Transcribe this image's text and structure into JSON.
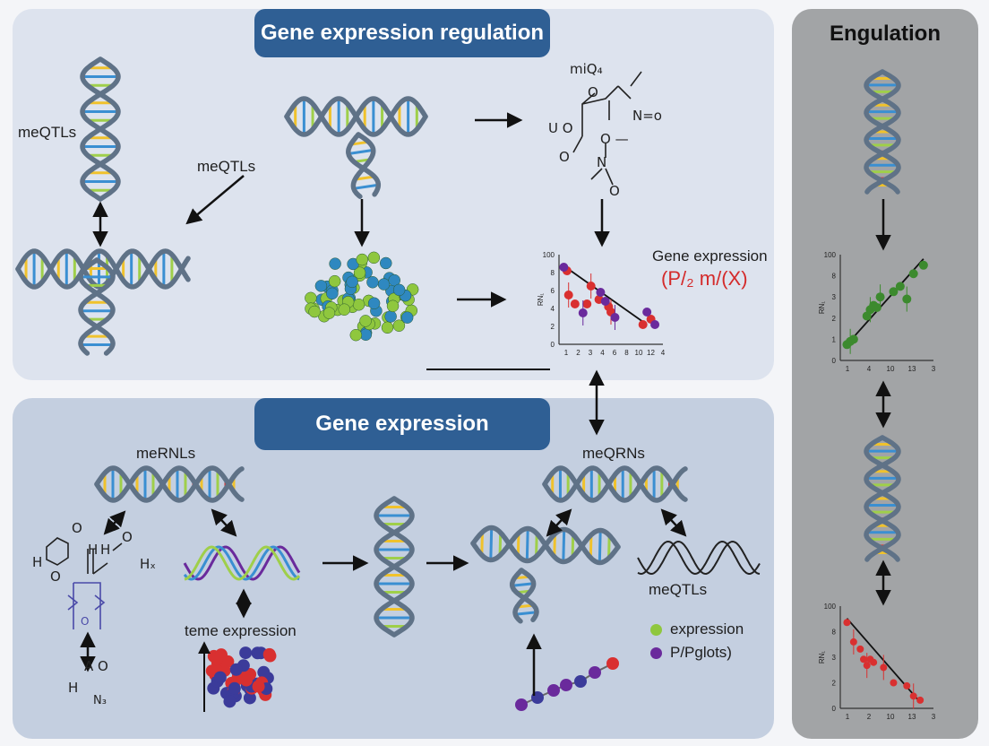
{
  "titles": {
    "top": "Gene expression regulation",
    "bottom": "Gene expression",
    "right": "Engulation"
  },
  "labels": {
    "meqtls_left": "meQTLs",
    "meqtls_mid": "meQTLs",
    "gene_expression": "Gene expression",
    "formula": "(P/₂ m/(X)",
    "merNLs": "meRNLs",
    "meqrns": "meQRNs",
    "meqtls_bottom": "meQTLs",
    "tems_expression": "teme expression",
    "legend_expression": "expression",
    "legend_plots": "P/Pglots)"
  },
  "chem": {
    "miq": "miQ₄",
    "o1": "O",
    "u_o": "U  O",
    "n_o": "N=o",
    "o2": "O",
    "n": "N",
    "o3": "O",
    "o_dash": "O —",
    "o_top": "O",
    "h_left": "H",
    "o_left": "O",
    "h_mid": "H",
    "h_h": "H",
    "o_r": "O",
    "h_x": "Hₓ",
    "o_ring": "O",
    "a_o": "A  O",
    "h_bot": "H",
    "n3": "N₃"
  },
  "legend": {
    "expression_color": "#8fc73e",
    "plots_color": "#6a2a9c"
  },
  "colors": {
    "dna_backbone": "#5f7287",
    "rung_colors": [
      "#d23a3a",
      "#f0c22c",
      "#3a8fd2",
      "#9fcf4a"
    ],
    "green_ball": "#8fc73e",
    "blue_ball": "#2f88c0",
    "red_point": "#d93030",
    "purple_point": "#6a2a9c",
    "green_point": "#3c8a2e"
  },
  "chart_data": [
    {
      "type": "scatter",
      "title": "",
      "ylabel": "RN₁",
      "xlabel": "",
      "x_ticks": [
        "1",
        "2",
        "3",
        "4",
        "6",
        "8",
        "10",
        "12",
        "4"
      ],
      "y_ticks": [
        "0",
        "2",
        "4",
        "6",
        "8",
        "100"
      ],
      "xlim": [
        0,
        13
      ],
      "ylim": [
        0,
        100
      ],
      "series": [
        {
          "color": "#d93030",
          "x": [
            1,
            1.2,
            2,
            3.5,
            4,
            5,
            6.2,
            6.5,
            10.5,
            11.5
          ],
          "y": [
            82,
            55,
            45,
            45,
            65,
            50,
            42,
            36,
            22,
            28
          ]
        },
        {
          "color": "#6a2a9c",
          "x": [
            0.6,
            3,
            5.2,
            5.8,
            7,
            11,
            12
          ],
          "y": [
            86,
            35,
            58,
            48,
            30,
            36,
            22
          ]
        }
      ],
      "trend": {
        "x": [
          1,
          11
        ],
        "y": [
          85,
          22
        ]
      }
    },
    {
      "type": "scatter",
      "title": "",
      "ylabel": "RN₁",
      "xlabel": "",
      "x_ticks": [
        "1",
        "4",
        "10",
        "13",
        "3"
      ],
      "y_ticks": [
        "0",
        "1",
        "2",
        "3",
        "8",
        "100"
      ],
      "xlim": [
        0,
        14
      ],
      "ylim": [
        0,
        100
      ],
      "series": [
        {
          "color": "#3c8a2e",
          "x": [
            1,
            1.5,
            2,
            4,
            4.5,
            5,
            5.5,
            6,
            8,
            9,
            10,
            11,
            12.5
          ],
          "y": [
            15,
            18,
            20,
            42,
            48,
            52,
            50,
            60,
            65,
            70,
            58,
            82,
            90
          ]
        }
      ],
      "trend": {
        "x": [
          1,
          12.5
        ],
        "y": [
          15,
          96
        ]
      }
    },
    {
      "type": "scatter",
      "title": "",
      "ylabel": "RN₁",
      "xlabel": "",
      "x_ticks": [
        "1",
        "2",
        "10",
        "13",
        "3"
      ],
      "y_ticks": [
        "0",
        "2",
        "3",
        "8",
        "100"
      ],
      "xlim": [
        0,
        14
      ],
      "ylim": [
        0,
        100
      ],
      "series": [
        {
          "color": "#d93030",
          "x": [
            1,
            2,
            3,
            3.5,
            4,
            4.5,
            5,
            6.5,
            8,
            10,
            11,
            12
          ],
          "y": [
            84,
            65,
            58,
            48,
            42,
            48,
            45,
            40,
            25,
            22,
            12,
            8
          ]
        }
      ],
      "trend": {
        "x": [
          1,
          12
        ],
        "y": [
          88,
          6
        ]
      }
    }
  ]
}
